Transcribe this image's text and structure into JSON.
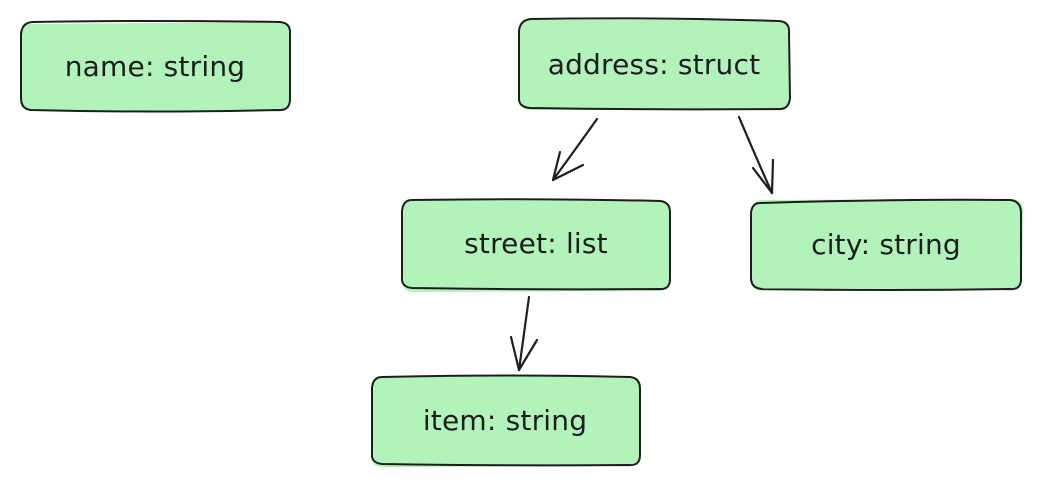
{
  "nodes": {
    "name": {
      "label": "name: string"
    },
    "address": {
      "label": "address: struct"
    },
    "street": {
      "label": "street: list"
    },
    "city": {
      "label": "city: string"
    },
    "item": {
      "label": "item: string"
    }
  },
  "edges": [
    {
      "from": "address",
      "to": "street"
    },
    {
      "from": "address",
      "to": "city"
    },
    {
      "from": "street",
      "to": "item"
    }
  ],
  "colors": {
    "node_fill": "#b2f2bb",
    "stroke": "#1e1e1e"
  }
}
